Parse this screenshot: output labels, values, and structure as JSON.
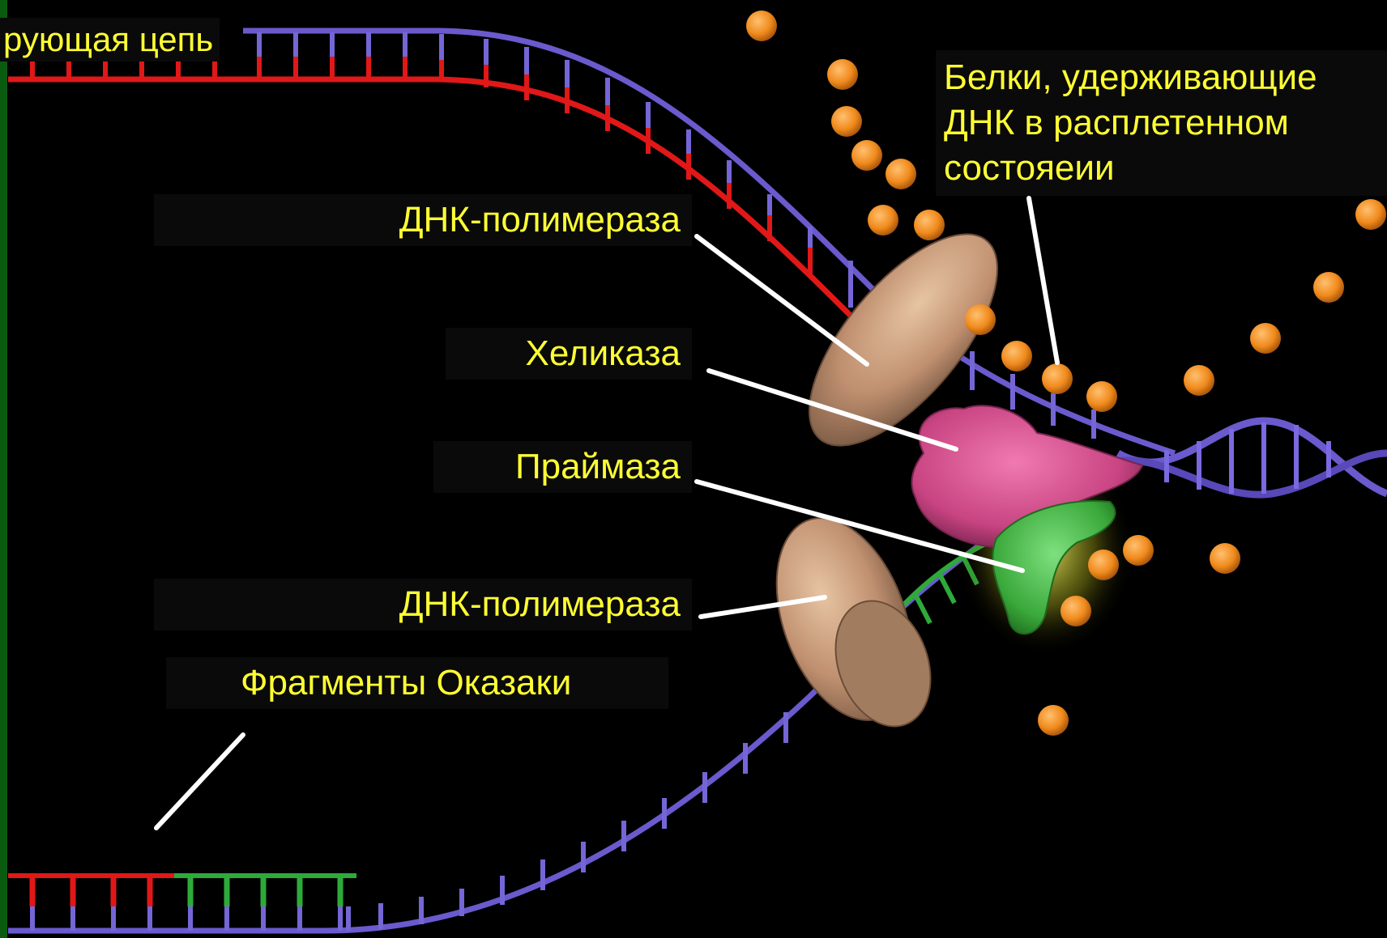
{
  "labels": {
    "leading_strand": "рующая цепь",
    "binding_proteins_line1": "Белки, удерживающие",
    "binding_proteins_line2": "ДНК в расплетенном",
    "binding_proteins_line3": "состояеии",
    "polymerase_top": "ДНК-полимераза",
    "helicase": "Хеликаза",
    "primase": "Праймаза",
    "polymerase_bottom": "ДНК-полимераза",
    "okazaki": "Фрагменты Оказаки"
  },
  "colors": {
    "background": "#000000",
    "label_text": "#ffff33",
    "strand_blue": "#6a5acd",
    "strand_red": "#e01818",
    "strand_green": "#2eaa3a",
    "polymerase": "#c9a07c",
    "helicase": "#d0508a",
    "primase": "#3fae3f",
    "ssb_protein": "#f08a1c",
    "pointer_line": "#ffffff"
  }
}
